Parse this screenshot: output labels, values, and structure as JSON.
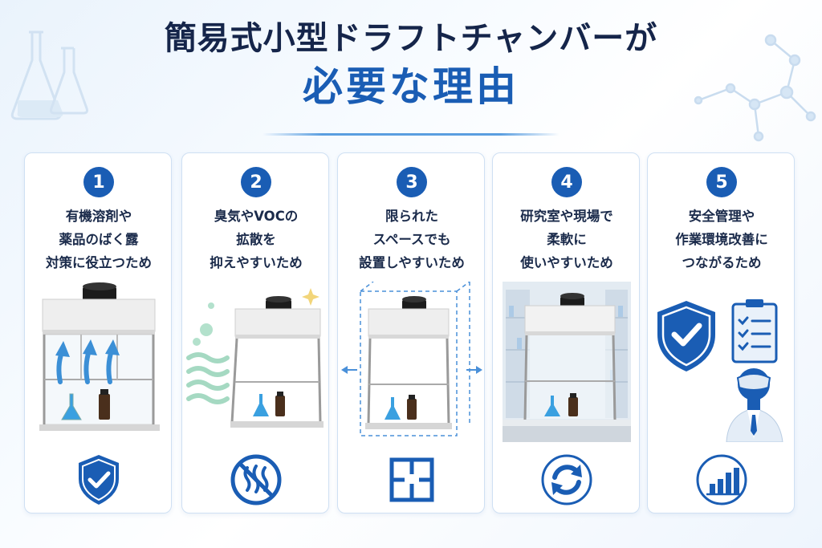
{
  "title": {
    "line1": "簡易式小型ドラフトチャンバーが",
    "line2": "必要な理由"
  },
  "colors": {
    "primary": "#1a5db4",
    "dark_text": "#1b2b4b",
    "card_border": "#cfe0f3",
    "green_mist": "#8fd0b4"
  },
  "cards": [
    {
      "number": "1",
      "lines": [
        "有機溶剤や",
        "薬品のばく露",
        "対策に役立つため"
      ],
      "illustration": "fume-hood-with-airflow-arrows",
      "bottom_icon": "shield-check-icon"
    },
    {
      "number": "2",
      "lines": [
        "臭気やVOCの",
        "拡散を",
        "抑えやすいため"
      ],
      "illustration": "fume-hood-with-odor-mist",
      "bottom_icon": "no-odor-icon"
    },
    {
      "number": "3",
      "lines": [
        "限られた",
        "スペースでも",
        "設置しやすいため"
      ],
      "illustration": "fume-hood-with-dimension-box",
      "bottom_icon": "floor-plan-icon"
    },
    {
      "number": "4",
      "lines": [
        "研究室や現場で",
        "柔軟に",
        "使いやすいため"
      ],
      "illustration": "fume-hood-in-laboratory",
      "bottom_icon": "refresh-cycle-icon"
    },
    {
      "number": "5",
      "lines": [
        "安全管理や",
        "作業環境改善に",
        "つながるため"
      ],
      "illustration": "shield-clipboard-researcher",
      "bottom_icon": "bar-chart-icon"
    }
  ]
}
